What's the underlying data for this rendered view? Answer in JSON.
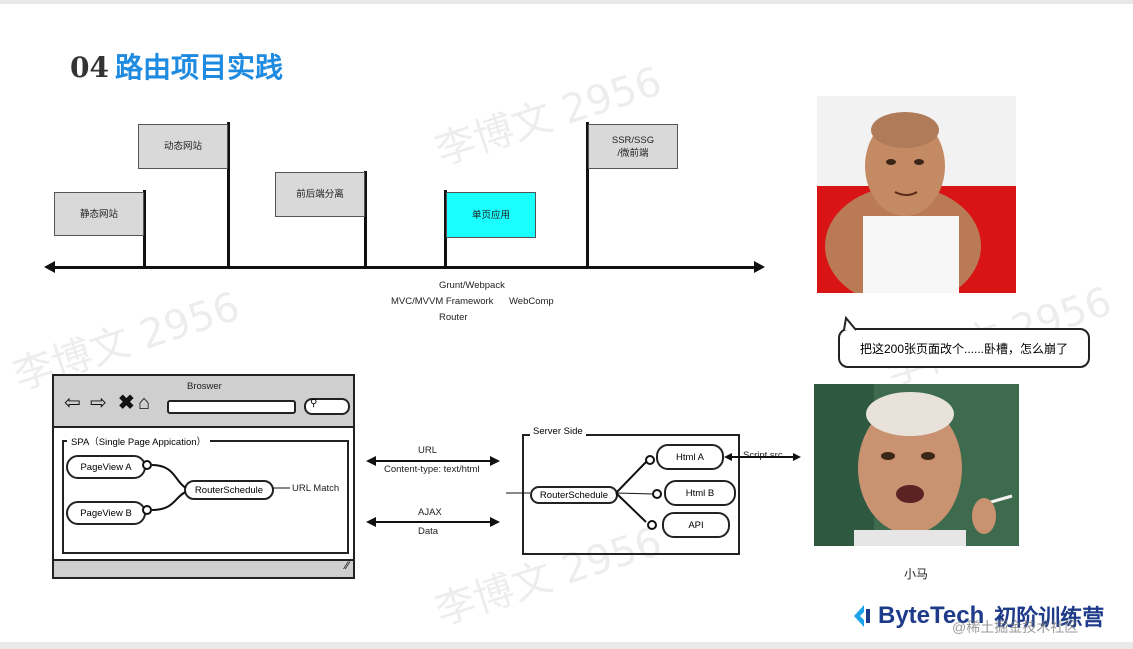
{
  "slide": {
    "number": "04",
    "title": "路由项目实践"
  },
  "watermark_text": "李博文 2956",
  "timeline": {
    "flags": [
      {
        "label": "静态网站"
      },
      {
        "label": "动态网站"
      },
      {
        "label": "前后端分离"
      },
      {
        "label": "单页应用"
      },
      {
        "label_line1": "SSR/SSG",
        "label_line2": "/微前端"
      }
    ],
    "notes": {
      "line1": "Grunt/Webpack",
      "line2a": "MVC/MVVM Framework",
      "line2b": "WebComp",
      "line3": "Router"
    }
  },
  "browser": {
    "title": "Broswer",
    "spa_label": "SPA（Single Page Appication）",
    "page_a": "PageView A",
    "page_b": "PageView B",
    "router": "RouterSchedule",
    "url_match": "URL Match"
  },
  "transport": {
    "url": "URL",
    "content_type": "Content-type: text/html",
    "ajax": "AJAX",
    "data": "Data"
  },
  "server": {
    "title": "Server Side",
    "router": "RouterSchedule",
    "html_a": "Html A",
    "html_b": "Html B",
    "api": "API",
    "script_src": "Script src"
  },
  "meme": {
    "bubble_text": "把这200张页面改个......卧槽，怎么崩了",
    "caption": "小马"
  },
  "brand": {
    "name": "ByteTech",
    "program": "初阶训练营",
    "watermark": "@稀土掘金技术社区"
  },
  "colors": {
    "title_blue": "#1f8be0",
    "spa_flag_cyan": "#19ffff",
    "flag_gray": "#d9d9d9",
    "brand_navy": "#1e3b8a"
  }
}
